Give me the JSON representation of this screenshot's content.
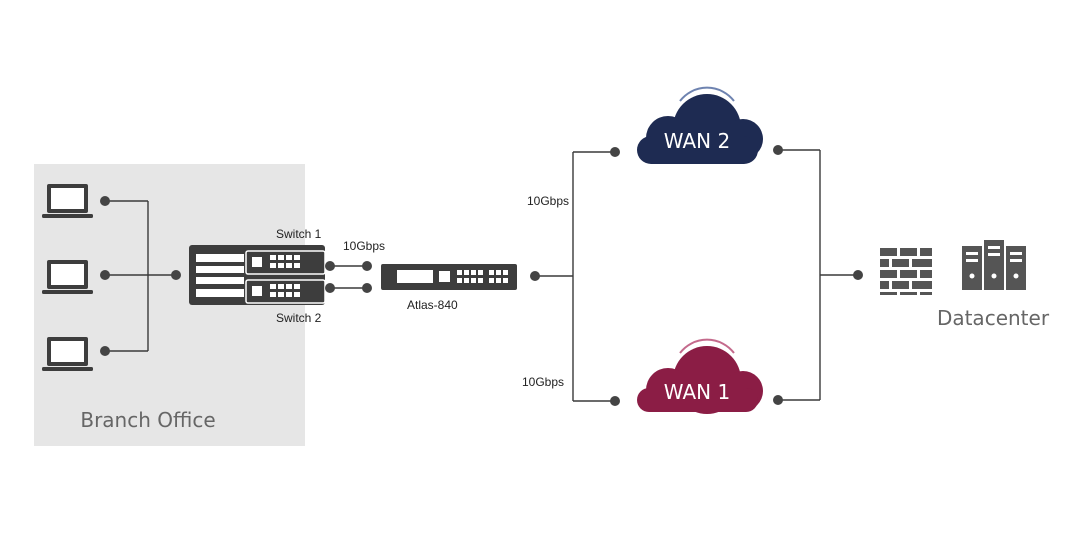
{
  "branch": {
    "label": "Branch Office"
  },
  "switches": {
    "top_label": "Switch 1",
    "bottom_label": "Switch 2"
  },
  "links": {
    "switch_to_atlas_speed": "10Gbps",
    "wan2_speed": "10Gbps",
    "wan1_speed": "10Gbps"
  },
  "atlas": {
    "label": "Atlas-840"
  },
  "clouds": {
    "wan2": {
      "label": "WAN 2",
      "color": "#1e2b52"
    },
    "wan1": {
      "label": "WAN 1",
      "color": "#8b1d45"
    }
  },
  "datacenter": {
    "label": "Datacenter"
  },
  "icons": {
    "laptops": [
      "laptop-icon",
      "laptop-icon",
      "laptop-icon"
    ],
    "switch": "switch-stack-icon",
    "router": "router-device-icon",
    "firewall": "firewall-icon",
    "servers": "server-rack-icon"
  },
  "colors": {
    "branch_bg": "#e6e6e6",
    "device": "#3d3d3d"
  }
}
